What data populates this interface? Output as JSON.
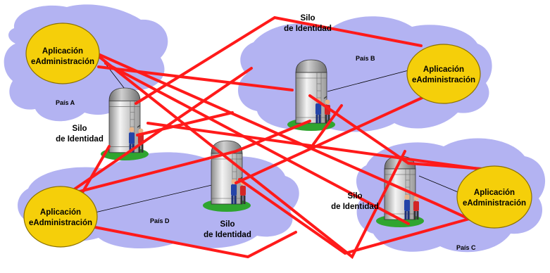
{
  "apps": [
    {
      "line1": "Aplicación",
      "line2": "eAdministración"
    },
    {
      "line1": "Aplicación",
      "line2": "eAdministración"
    },
    {
      "line1": "Aplicación",
      "line2": "eAdministración"
    },
    {
      "line1": "Aplicación",
      "line2": "eAdministración"
    }
  ],
  "silos": [
    {
      "line1": "Silo",
      "line2": "de Identidad"
    },
    {
      "line1": "Silo",
      "line2": "de Identidad"
    },
    {
      "line1": "Silo",
      "line2": "de Identidad"
    },
    {
      "line1": "Silo",
      "line2": "de Identidad"
    }
  ],
  "countries": [
    "País A",
    "País B",
    "País C",
    "País D"
  ],
  "colors": {
    "cloud": "#b3b3f2",
    "app_fill": "#f5cf0a",
    "app_stroke": "#8a7000",
    "link": "#ff1a1a",
    "silo": "#d6d6d6",
    "grass": "#2fa52f"
  }
}
